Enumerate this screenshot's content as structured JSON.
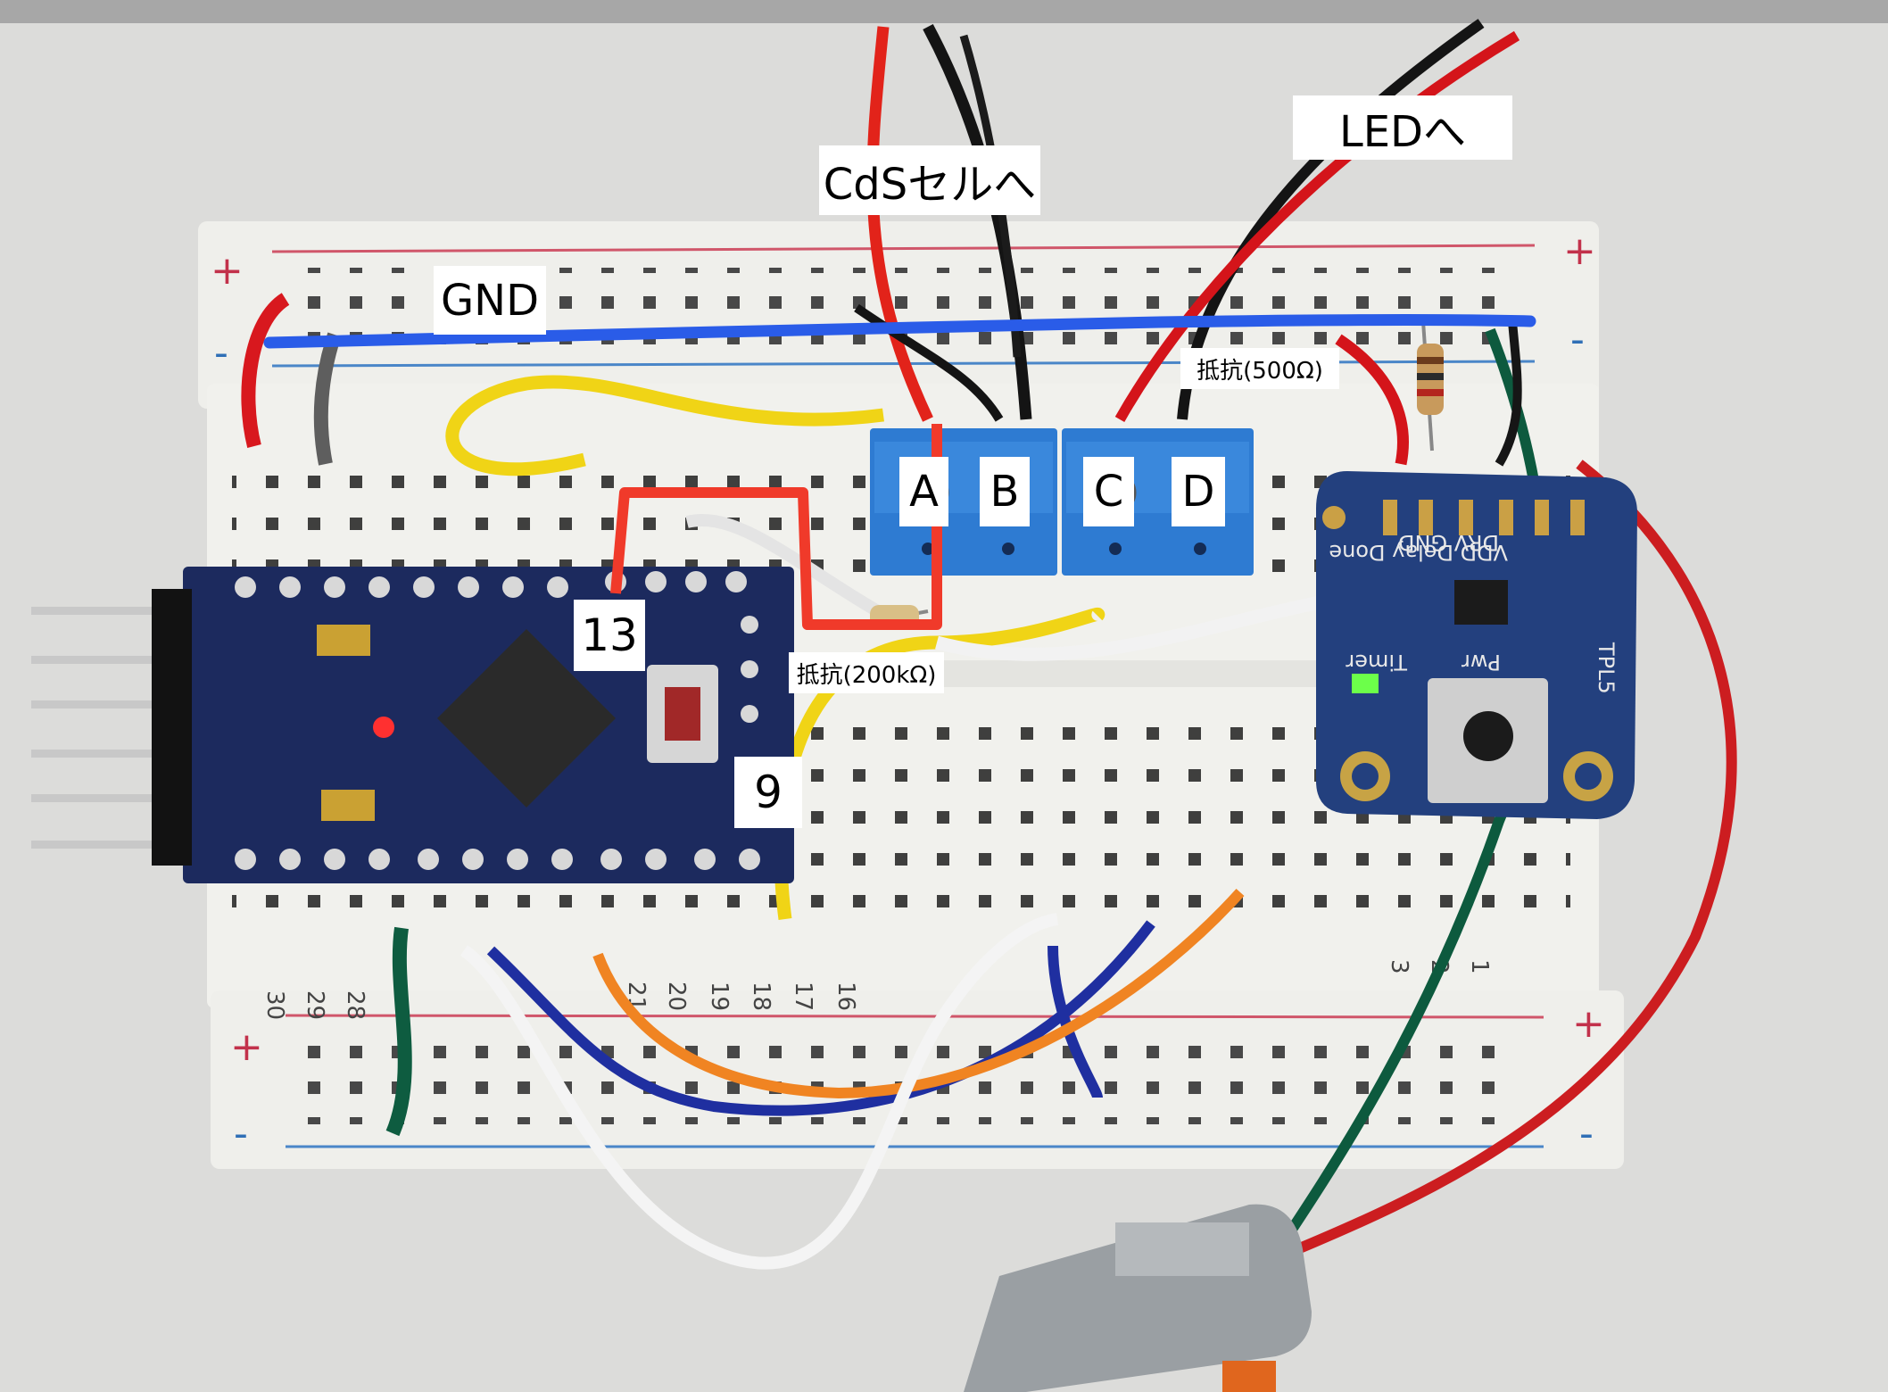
{
  "labels": {
    "cds": "CdSセルへ",
    "led": "LEDへ",
    "gnd": "GND",
    "r500": "抵抗(500Ω)",
    "r200": "抵抗(200kΩ)",
    "pin13": "13",
    "pin9": "9",
    "term_a": "A",
    "term_b": "B",
    "term_c": "C",
    "term_d": "D"
  },
  "board_text": {
    "top_plus_left": "+",
    "top_plus_right": "+",
    "top_minus_left": "-",
    "top_minus_right": "-",
    "bottom_plus_left": "+",
    "bottom_plus_right": "+",
    "bottom_minus_left": "-",
    "bottom_minus_right": "-",
    "timer_title": "TPL5",
    "timer_pwr": "Pwr",
    "timer_timer": "Timer",
    "timer_delay_done": "VDD Delay Done",
    "timer_drv": "DRV GND"
  },
  "colors": {
    "gnd_line": "#2a5ce8",
    "highlight_box": "#f03a2a",
    "breadboard": "#eeeeea",
    "arduino": "#1c2a5e",
    "terminal": "#2e7bd2",
    "timer_board": "#23407e"
  }
}
